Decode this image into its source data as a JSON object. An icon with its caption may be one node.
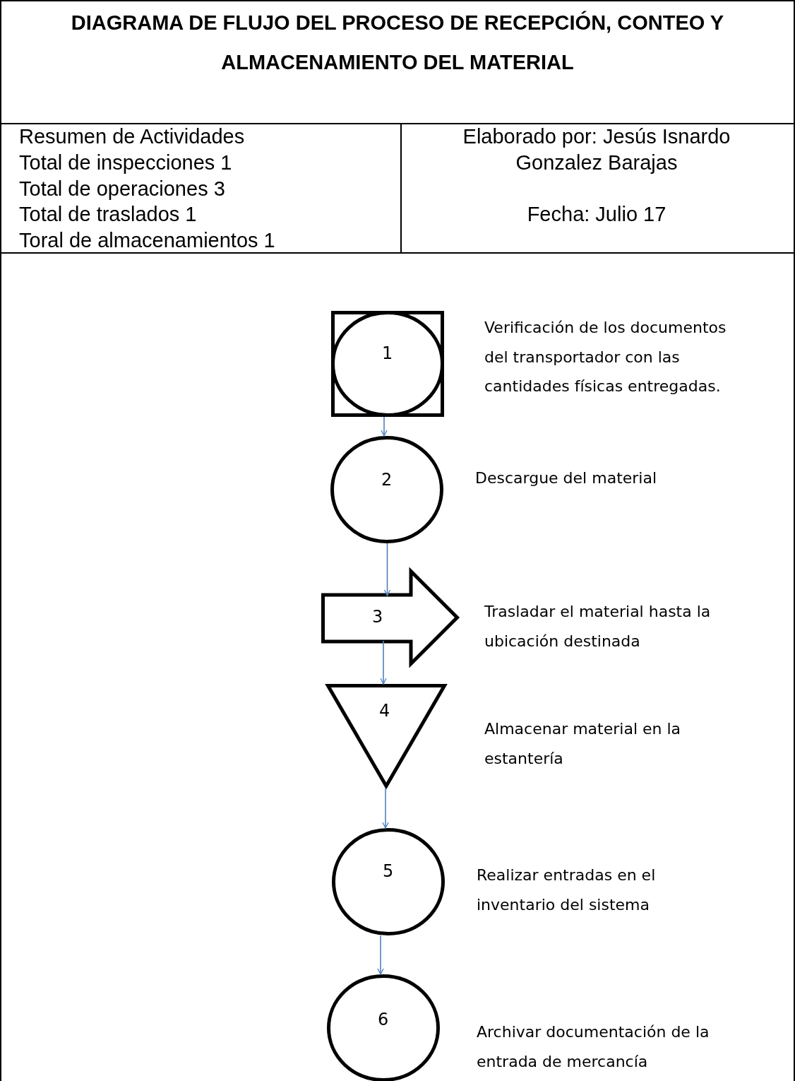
{
  "diagram": {
    "title": "DIAGRAMA DE FLUJO DEL PROCESO DE RECEPCIÓN, CONTEO Y ALMACENAMIENTO DEL MATERIAL",
    "nodes": [
      {
        "text": [
          "1"
        ],
        "beside": [
          "Verificación de los documentos del transportador con las cantidades físicas entregadas."
        ]
      },
      {
        "text": [
          "2"
        ],
        "beside": [
          "Descargue del material"
        ]
      },
      {
        "text": [
          "3"
        ],
        "beside": [
          "Trasladar el material hasta la ubicación destinada"
        ]
      },
      {
        "text": [
          "4"
        ],
        "beside": [
          "Almacenar material en la estantería"
        ]
      },
      {
        "text": [
          "5"
        ],
        "beside": [
          "Realizar entradas en el inventario del sistema"
        ]
      },
      {
        "text": [
          "6"
        ],
        "beside": [
          "Archivar documentación de la entrada de mercancía"
        ]
      }
    ],
    "edges": [
      {
        "from": 0,
        "to": 1,
        "arrow": "to"
      },
      {
        "from": 1,
        "to": 2,
        "arrow": "to"
      },
      {
        "from": 2,
        "to": 3,
        "arrow": "to"
      },
      {
        "from": 3,
        "to": 4,
        "arrow": "to"
      },
      {
        "from": 4,
        "to": 5,
        "arrow": "to"
      }
    ],
    "labels": [
      "Resumen de Actividades",
      "Total de inspecciones 1",
      "Total de operaciones 3",
      "Total de traslados 1",
      "Toral de almacenamientos 1",
      "Elaborado por: Jesús Isnardo Gonzalez Barajas",
      "Fecha: Julio 17"
    ]
  }
}
